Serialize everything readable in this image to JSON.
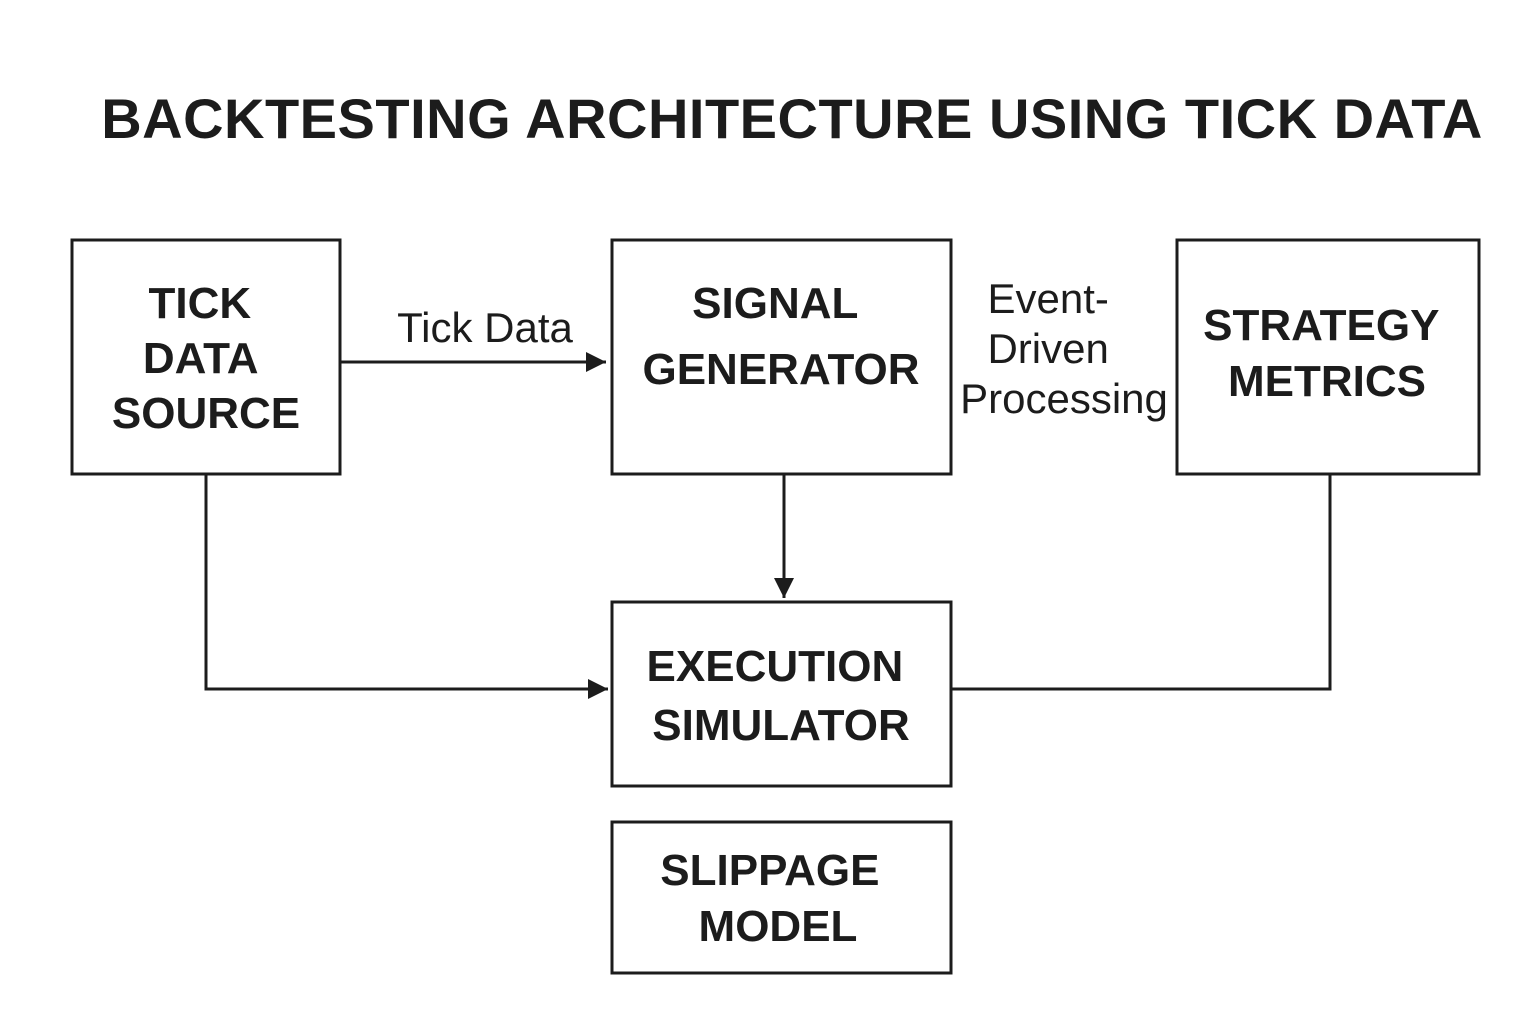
{
  "title": "BACKTESTING ARCHITECTURE USING TICK DATA",
  "colors": {
    "stroke": "#1c1c1c",
    "background": "#ffffff"
  },
  "nodes": {
    "tick_data_source": {
      "lines": [
        "TICK",
        "DATA",
        "SOURCE"
      ]
    },
    "signal_generator": {
      "lines": [
        "SIGNAL",
        "GENERATOR"
      ]
    },
    "strategy_metrics": {
      "lines": [
        "STRATEGY",
        "METRICS"
      ]
    },
    "execution_simulator": {
      "lines": [
        "EXECUTION",
        "SIMULATOR"
      ]
    },
    "slippage_model": {
      "lines": [
        "SLIPPAGE",
        "MODEL"
      ]
    }
  },
  "edges": {
    "source_to_signal": {
      "from": "tick_data_source",
      "to": "signal_generator",
      "label": "Tick Data"
    },
    "signal_to_execution": {
      "from": "signal_generator",
      "to": "execution_simulator"
    },
    "source_to_execution": {
      "from": "tick_data_source",
      "to": "execution_simulator"
    },
    "metrics_execution_link": {
      "from": "strategy_metrics",
      "to": "execution_simulator"
    }
  },
  "annotations": {
    "event_driven": {
      "lines": [
        "Event-",
        "Driven",
        "Processing"
      ]
    }
  }
}
